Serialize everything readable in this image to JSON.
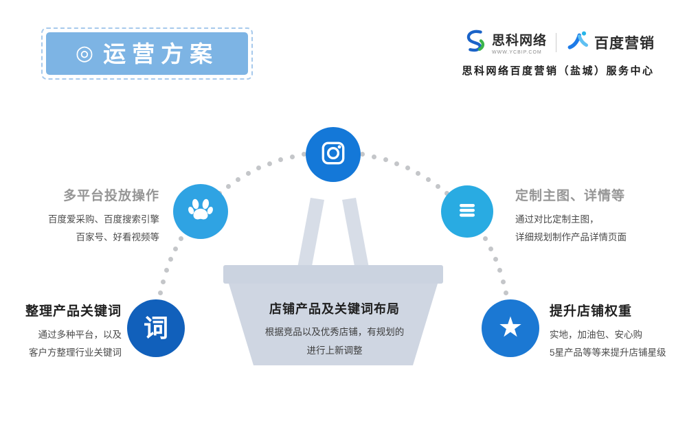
{
  "banner": {
    "bullet": "◎",
    "title": "运营方案"
  },
  "header": {
    "brand1": {
      "name": "思科网络",
      "url": "WWW.YCBIP.COM"
    },
    "brand2": {
      "name": "百度营销"
    },
    "subtitle": "思科网络百度营销（盐城）服务中心"
  },
  "nodes": {
    "top": {
      "icon": "camera-icon",
      "color": "#1478d8"
    },
    "left": {
      "icon": "baidu-paw-icon",
      "color": "#2fa3e3"
    },
    "right": {
      "icon": "menu-lines-icon",
      "color": "#29abe2"
    },
    "bottom_left": {
      "label": "词",
      "color": "#1160bb"
    },
    "bottom_right": {
      "icon": "star-icon",
      "color": "#1b78d3"
    }
  },
  "sections": {
    "left_mid": {
      "title": "多平台投放操作",
      "lines": [
        "百度爱采购、百度搜索引擎",
        "百家号、好看视频等"
      ]
    },
    "right_mid": {
      "title": "定制主图、详情等",
      "lines": [
        "通过对比定制主图，",
        "详细规划制作产品详情页面"
      ]
    },
    "left_bottom": {
      "title": "整理产品关键词",
      "lines": [
        "通过多种平台，以及",
        "客户方整理行业关键词"
      ]
    },
    "center_bottom": {
      "title": "店铺产品及关键词布局",
      "lines": [
        "根据竞品以及优秀店铺，有规划的",
        "进行上新调整"
      ]
    },
    "right_bottom": {
      "title": "提升店铺权重",
      "lines": [
        "实地，加油包、安心购",
        "5星产品等等来提升店铺星级"
      ]
    }
  },
  "colors": {
    "banner_fill": "#7db4e4",
    "banner_dash": "#a6c9ec",
    "arc_dot": "#c4c6c9",
    "basket": "#cfd6e2",
    "gray_heading": "#969696",
    "dark_heading": "#1f1f1f"
  }
}
